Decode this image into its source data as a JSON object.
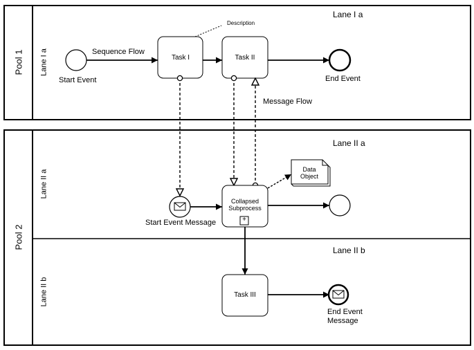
{
  "pools": [
    {
      "name": "Pool 1",
      "lanes": [
        {
          "name": "Lane I a",
          "header": "Lane I a"
        }
      ]
    },
    {
      "name": "Pool 2",
      "lanes": [
        {
          "name": "Lane II a",
          "header": "Lane II a"
        },
        {
          "name": "Lane II b",
          "header": "Lane II b"
        }
      ]
    }
  ],
  "nodes": {
    "start_event": "Start Event",
    "task_1": "Task I",
    "task_2": "Task II",
    "end_event": "End Event",
    "start_event_message": "Start Event Message",
    "collapsed_subprocess": "Collapsed Subprocess",
    "subprocess_marker": "+",
    "data_object": "Data Object",
    "task_3": "Task III",
    "end_event_message": "End Event Message"
  },
  "annotations": {
    "sequence_flow": "Sequence Flow",
    "message_flow": "Message Flow",
    "description": "Description"
  }
}
